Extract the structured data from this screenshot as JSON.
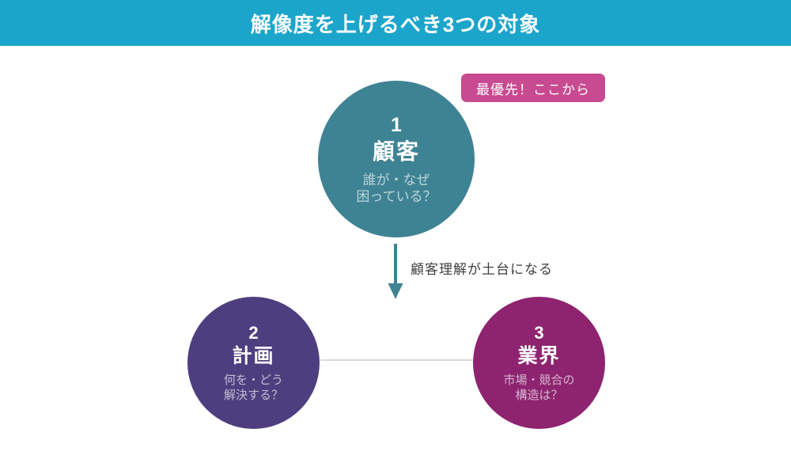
{
  "header": {
    "title": "解像度を上げるべき3つの対象",
    "bg": "#1CA5CB",
    "text_color": "#ffffff"
  },
  "badge": {
    "label": "最優先！ここから",
    "bg": "#C84A90",
    "text_color": "#ffffff"
  },
  "arrow": {
    "label": "顧客理解が土台になる",
    "color": "#3E8394",
    "label_color": "#3f3f3f"
  },
  "connector": {
    "color": "#D9D9DE"
  },
  "circles": [
    {
      "number": "1",
      "title": "顧客",
      "subtitle_lines": [
        "誰が・なぜ",
        "困っている？"
      ],
      "color": "#3E8394"
    },
    {
      "number": "2",
      "title": "計画",
      "subtitle_lines": [
        "何を・どう",
        "解決する？"
      ],
      "color": "#4D3F7F"
    },
    {
      "number": "3",
      "title": "業界",
      "subtitle_lines": [
        "市場・競合の",
        "構造は？"
      ],
      "color": "#8E2470"
    }
  ]
}
